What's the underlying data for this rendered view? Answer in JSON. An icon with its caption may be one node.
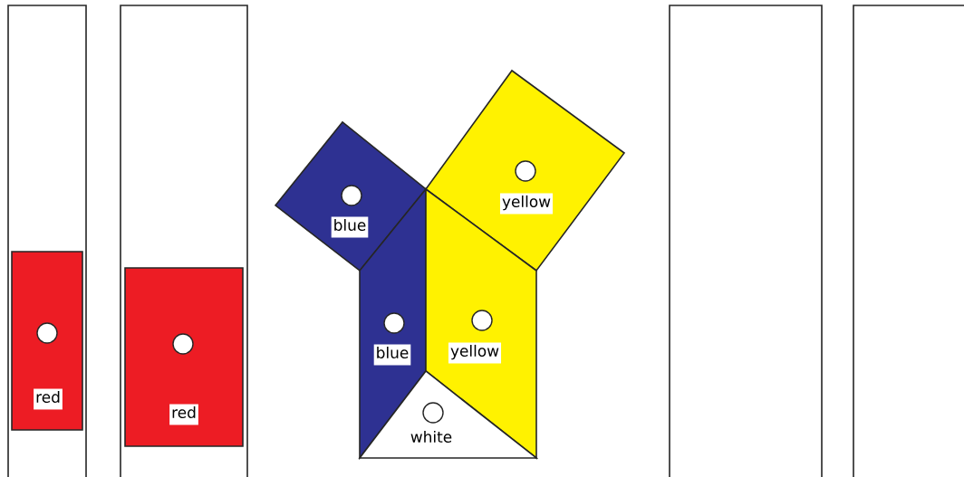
{
  "diagram": {
    "nodes": [
      {
        "text": [],
        "shape": "box"
      },
      {
        "text": [
          "red"
        ],
        "in": 0
      },
      {
        "text": [],
        "shape": "box"
      },
      {
        "text": [
          "red"
        ],
        "in": 2
      },
      {
        "text": [
          "blue"
        ]
      },
      {
        "text": [
          "yellow"
        ]
      },
      {
        "text": [
          "blue"
        ]
      },
      {
        "text": [
          "yellow"
        ]
      },
      {
        "text": [
          "white"
        ]
      },
      {
        "text": [],
        "shape": "box"
      },
      {
        "text": [],
        "shape": "box"
      }
    ]
  }
}
